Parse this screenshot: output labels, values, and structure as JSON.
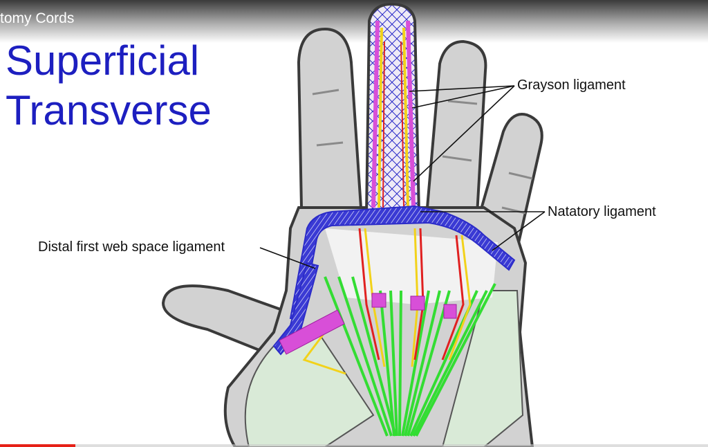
{
  "video": {
    "title_fragment": "tomy Cords",
    "progress_fraction": 0.106,
    "progress_color": "#e62117"
  },
  "slide": {
    "title_line1": "Superficial",
    "title_line2": "Transverse",
    "title_color": "#1d1fc0"
  },
  "labels": {
    "grayson": "Grayson ligament",
    "natatory": "Natatory ligament",
    "distal_first_web": "Distal first web space  ligament"
  },
  "colors": {
    "hand_fill": "#d2d2d2",
    "hand_outline": "#3a3a3a",
    "ligament_blue": "#2b2bc8",
    "tendon_green": "#33dd33",
    "nerve_yellow": "#f2d21a",
    "artery_red": "#e02020",
    "pulley_magenta": "#d84fd8",
    "thenar_green": "#d9ead7"
  }
}
